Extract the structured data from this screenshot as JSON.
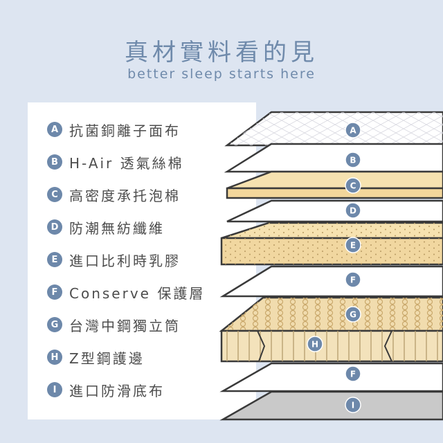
{
  "header": {
    "title": "真材實料看的見",
    "subtitle": "better sleep starts here"
  },
  "layers": [
    {
      "letter": "A",
      "label": "抗菌銅離子面布"
    },
    {
      "letter": "B",
      "label": "H-Air 透氣絲棉"
    },
    {
      "letter": "C",
      "label": "高密度承托泡棉"
    },
    {
      "letter": "D",
      "label": "防潮無紡纖維"
    },
    {
      "letter": "E",
      "label": "進口比利時乳膠"
    },
    {
      "letter": "F",
      "label": "Conserve 保護層"
    },
    {
      "letter": "G",
      "label": "台灣中鋼獨立筒"
    },
    {
      "letter": "H",
      "label": "Z型鋼護邊"
    },
    {
      "letter": "I",
      "label": "進口防滑底布"
    }
  ],
  "diagram_markers": [
    "A",
    "B",
    "C",
    "D",
    "E",
    "F",
    "G",
    "H",
    "F",
    "I"
  ],
  "colors": {
    "background": "#dde5f1",
    "accent": "#6d88aa",
    "foam": "#f6e2b0",
    "latex": "#f1d7a0",
    "base": "#c9c9c9"
  }
}
